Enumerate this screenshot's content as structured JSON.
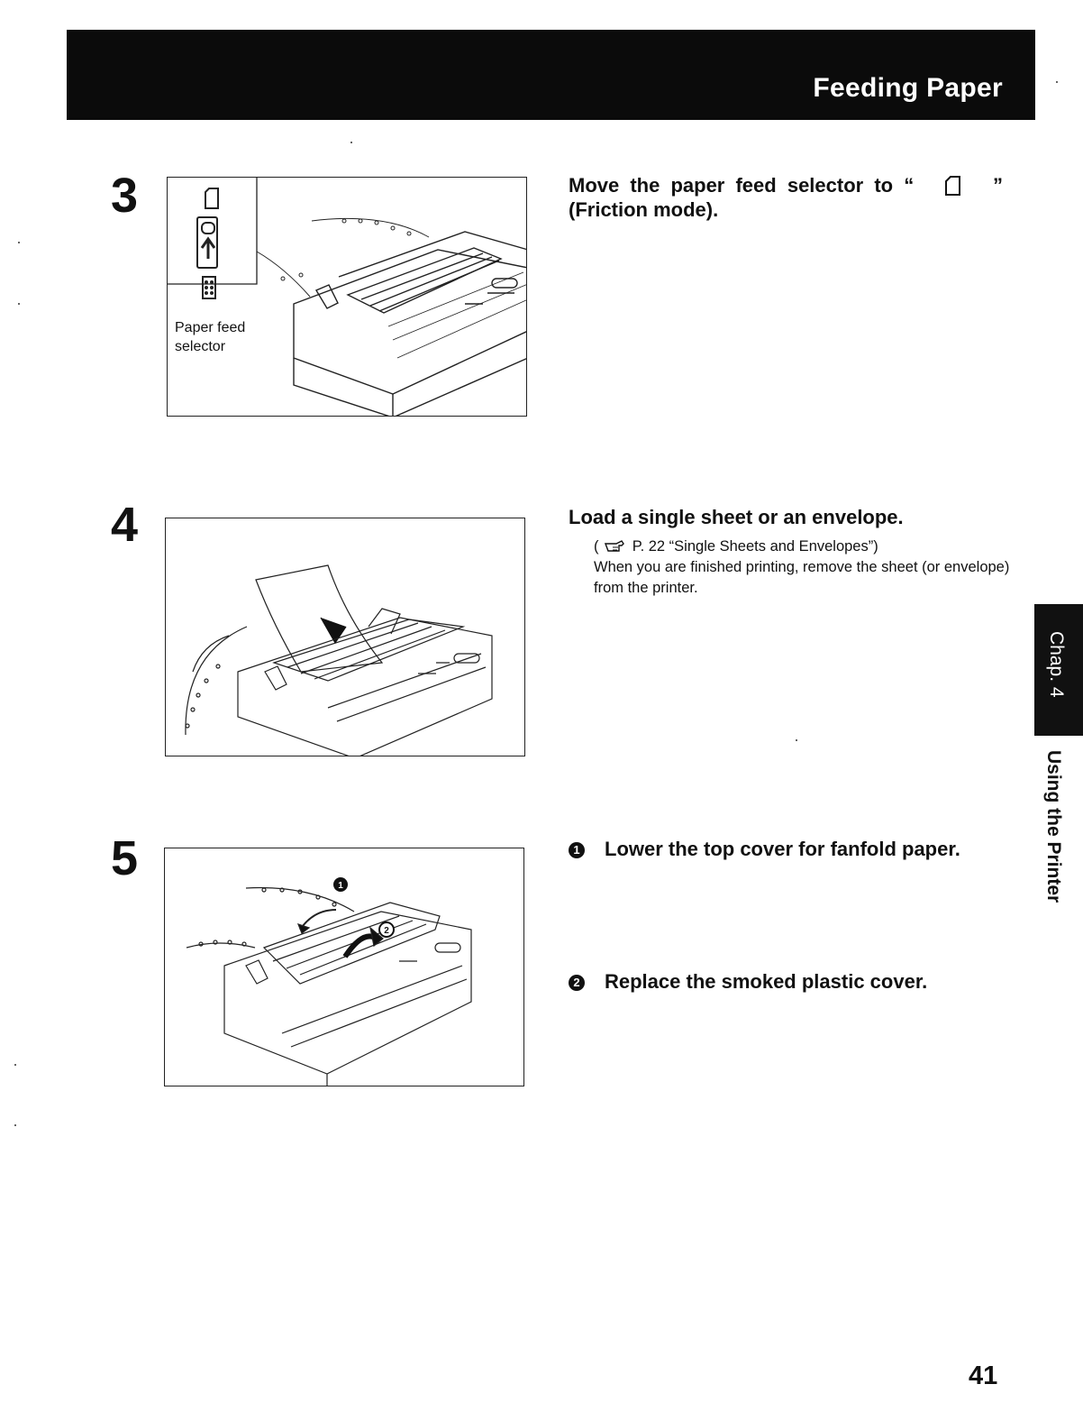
{
  "header": {
    "title": "Feeding Paper"
  },
  "steps": [
    {
      "number": "3",
      "figure_label": "Paper feed\nselector",
      "instruction_before": "Move the paper feed selector to “",
      "instruction_after": "”",
      "instruction_line2": "(Friction mode).",
      "icon": "friction-mode-icon"
    },
    {
      "number": "4",
      "instruction": "Load a single sheet or an envelope.",
      "reference": "P. 22 “Single Sheets and Envelopes”)",
      "reference_open": "(",
      "reference_icon": "pointing-hand-icon",
      "note": "When you are finished printing, remove the sheet (or envelope) from the printer."
    },
    {
      "number": "5",
      "sub_steps": [
        {
          "marker": "1",
          "text": "Lower the top cover for fanfold paper."
        },
        {
          "marker": "2",
          "text": "Replace the smoked plastic cover."
        }
      ]
    }
  ],
  "side_tab": {
    "chapter": "Chap. 4",
    "section": "Using the Printer"
  },
  "page_number": "41"
}
